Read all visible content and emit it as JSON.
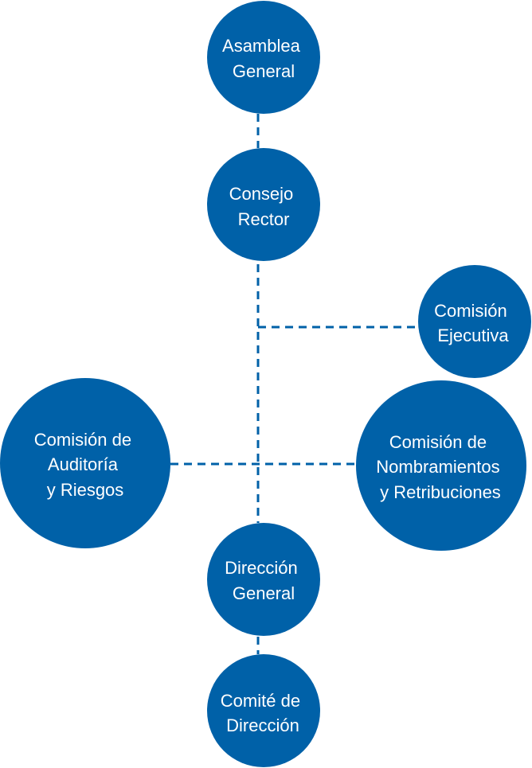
{
  "colors": {
    "node_fill": "#0061a8",
    "node_text": "#ffffff",
    "connector": "#0061a8",
    "background": "#ffffff"
  },
  "nodes": {
    "asamblea_general": {
      "lines": [
        "Asamblea",
        "General"
      ]
    },
    "consejo_rector": {
      "lines": [
        "Consejo",
        "Rector"
      ]
    },
    "comision_ejecutiva": {
      "lines": [
        "Comisión",
        "Ejecutiva"
      ]
    },
    "comision_auditoria": {
      "lines": [
        "Comisión de",
        "Auditoría",
        "y Riesgos"
      ]
    },
    "comision_nombramientos": {
      "lines": [
        "Comisión de",
        "Nombramientos",
        "y Retribuciones"
      ]
    },
    "direccion_general": {
      "lines": [
        "Dirección",
        "General"
      ]
    },
    "comite_direccion": {
      "lines": [
        "Comité de",
        "Dirección"
      ]
    }
  }
}
